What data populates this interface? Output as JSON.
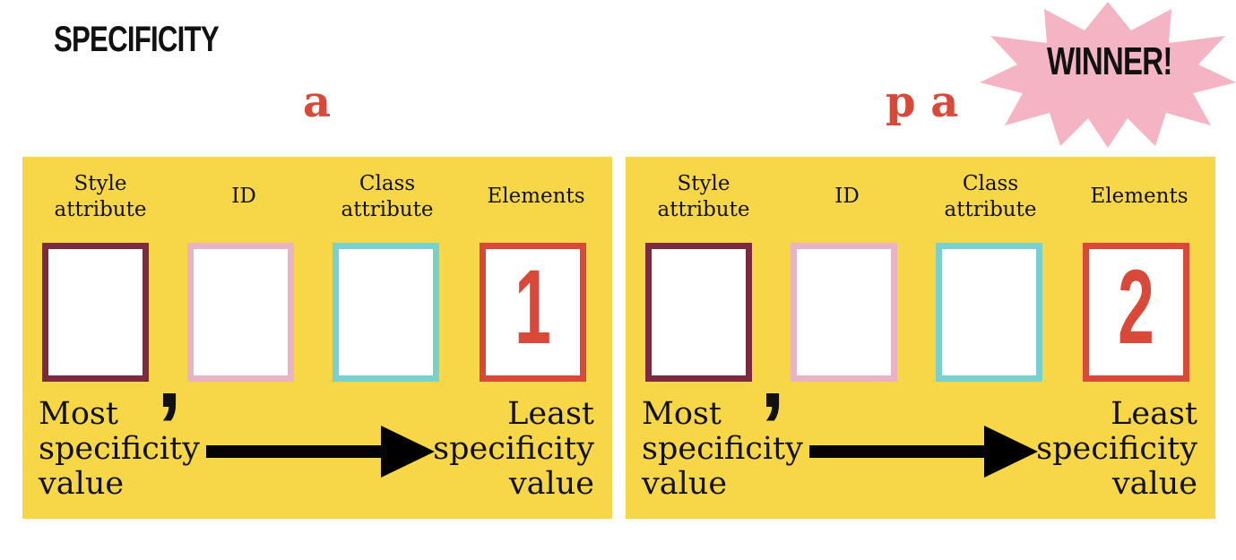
{
  "title": "SPECIFICITY",
  "winner_label": "WINNER!",
  "colors": {
    "panel": "#f7d647",
    "selector_text": "#d9493a",
    "style_box": "#7c2a3f",
    "id_box": "#e9b3c6",
    "class_box": "#78d0cf",
    "elements_box": "#d9493a",
    "burst": "#f4b4c4"
  },
  "columns": {
    "style": "Style attribute",
    "id": "ID",
    "class": "Class attribute",
    "elements": "Elements"
  },
  "scale_left": "Most specificity value",
  "scale_right": "Least specificity value",
  "panels": [
    {
      "selector": "a",
      "style": "",
      "id": "",
      "class": "",
      "elements": "1"
    },
    {
      "selector": "p a",
      "style": "",
      "id": "",
      "class": "",
      "elements": "2"
    }
  ]
}
